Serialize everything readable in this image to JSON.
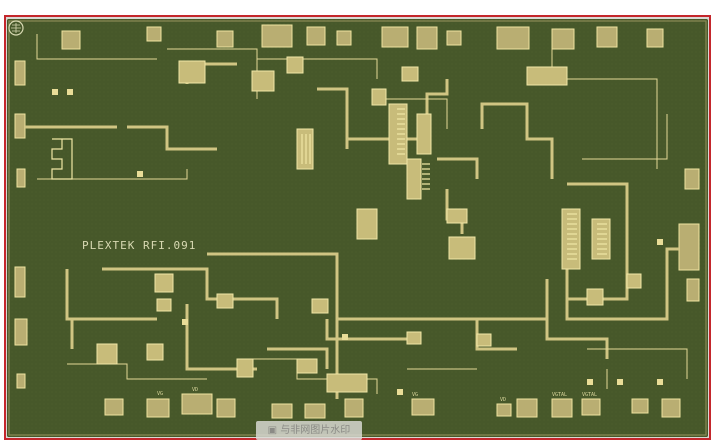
{
  "chip": {
    "logo_text": "PLEXTEK RFI.091",
    "colors": {
      "substrate": "#47582a",
      "metal": "#d0c583",
      "metal_light": "#f0e6a6",
      "pad": "#b9ae72",
      "frame": "#c4262c"
    }
  },
  "pad_labels": [
    "VG",
    "VD",
    "VG",
    "VD",
    "VGTAL",
    "VGTAL"
  ],
  "watermark": {
    "text": "与非网图片水印",
    "icon": "watermark-icon"
  }
}
